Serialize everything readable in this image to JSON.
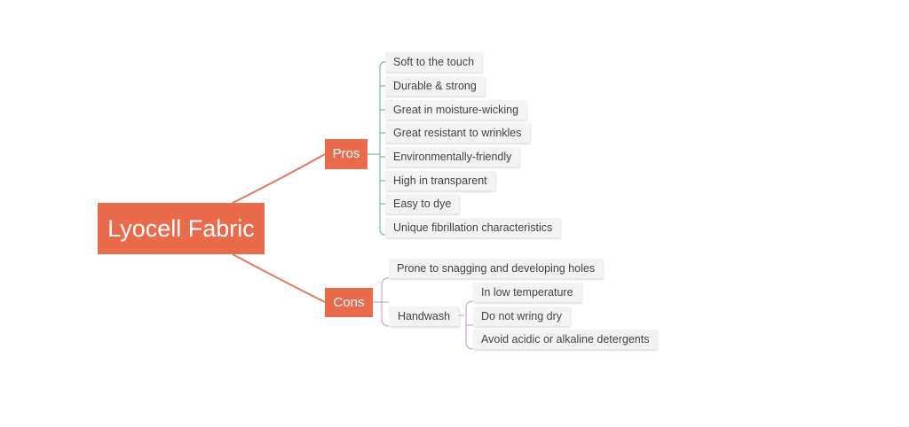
{
  "diagram": {
    "root": "Lyocell Fabric",
    "pros": {
      "label": "Pros",
      "items": [
        "Soft to the touch",
        "Durable & strong",
        "Great in moisture-wicking",
        "Great resistant to wrinkles",
        "Environmentally-friendly",
        "High in transparent",
        "Easy to dye",
        "Unique fibrillation characteristics"
      ]
    },
    "cons": {
      "label": "Cons",
      "items": [
        "Prone to snagging and developing holes"
      ],
      "handwash": {
        "label": "Handwash",
        "items": [
          "In low temperature",
          "Do not wring dry",
          "Avoid acidic or alkaline detergents"
        ]
      }
    },
    "colors": {
      "node_fill": "#ea6a4c",
      "root_link": "#e3785e",
      "pros_link": "#6fb7a8",
      "cons_link": "#c9a6d6",
      "leaf_fill": "#f3f3f3"
    }
  }
}
